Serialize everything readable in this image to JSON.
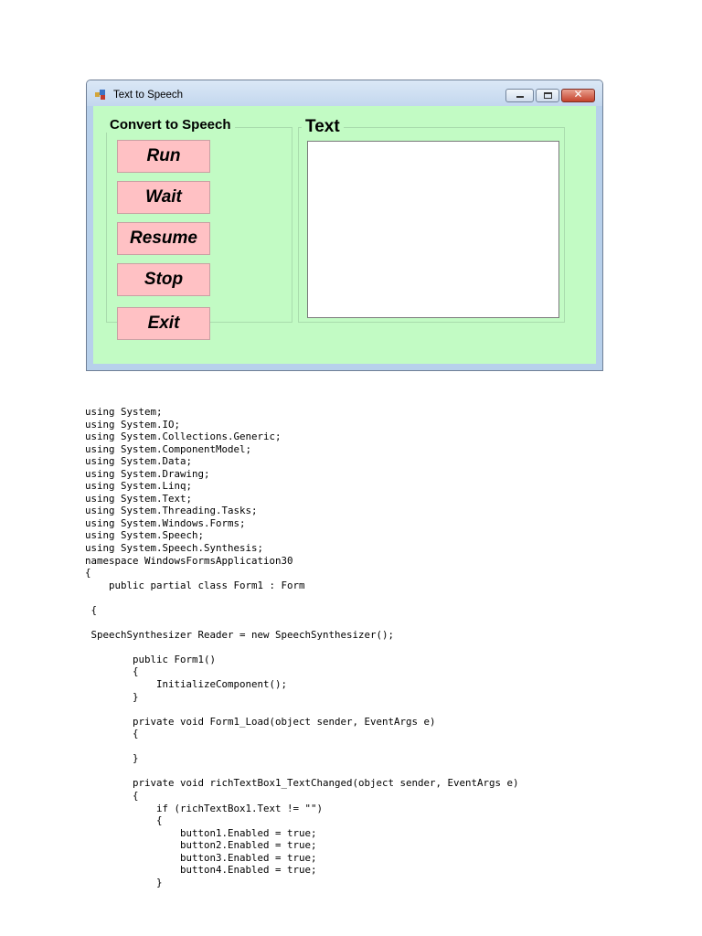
{
  "window": {
    "title": "Text to Speech",
    "icons": {
      "app": "app-icon",
      "minimize": "minimize-icon",
      "maximize": "maximize-icon",
      "close": "close-icon"
    },
    "close_glyph": "✕",
    "groups": {
      "left_title": "Convert to Speech",
      "right_title": "Text"
    },
    "buttons": {
      "run": "Run",
      "wait": "Wait",
      "resume": "Resume",
      "stop": "Stop",
      "exit": "Exit"
    },
    "textbox_value": "",
    "colors": {
      "client_bg": "#c2fbc4",
      "button_bg": "#ffc1c4",
      "titlebar": "#c8dbef"
    }
  },
  "code_lines": [
    "using System;",
    "using System.IO;",
    "using System.Collections.Generic;",
    "using System.ComponentModel;",
    "using System.Data;",
    "using System.Drawing;",
    "using System.Linq;",
    "using System.Text;",
    "using System.Threading.Tasks;",
    "using System.Windows.Forms;",
    "using System.Speech;",
    "using System.Speech.Synthesis;",
    "namespace WindowsFormsApplication30",
    "{",
    "    public partial class Form1 : Form",
    "",
    " {",
    "",
    " SpeechSynthesizer Reader = new SpeechSynthesizer();",
    "",
    "        public Form1()",
    "        {",
    "            InitializeComponent();",
    "        }",
    "",
    "        private void Form1_Load(object sender, EventArgs e)",
    "        {",
    "",
    "        }",
    "",
    "        private void richTextBox1_TextChanged(object sender, EventArgs e)",
    "        {",
    "            if (richTextBox1.Text != \"\")",
    "            {",
    "                button1.Enabled = true;",
    "                button2.Enabled = true;",
    "                button3.Enabled = true;",
    "                button4.Enabled = true;",
    "            }"
  ]
}
